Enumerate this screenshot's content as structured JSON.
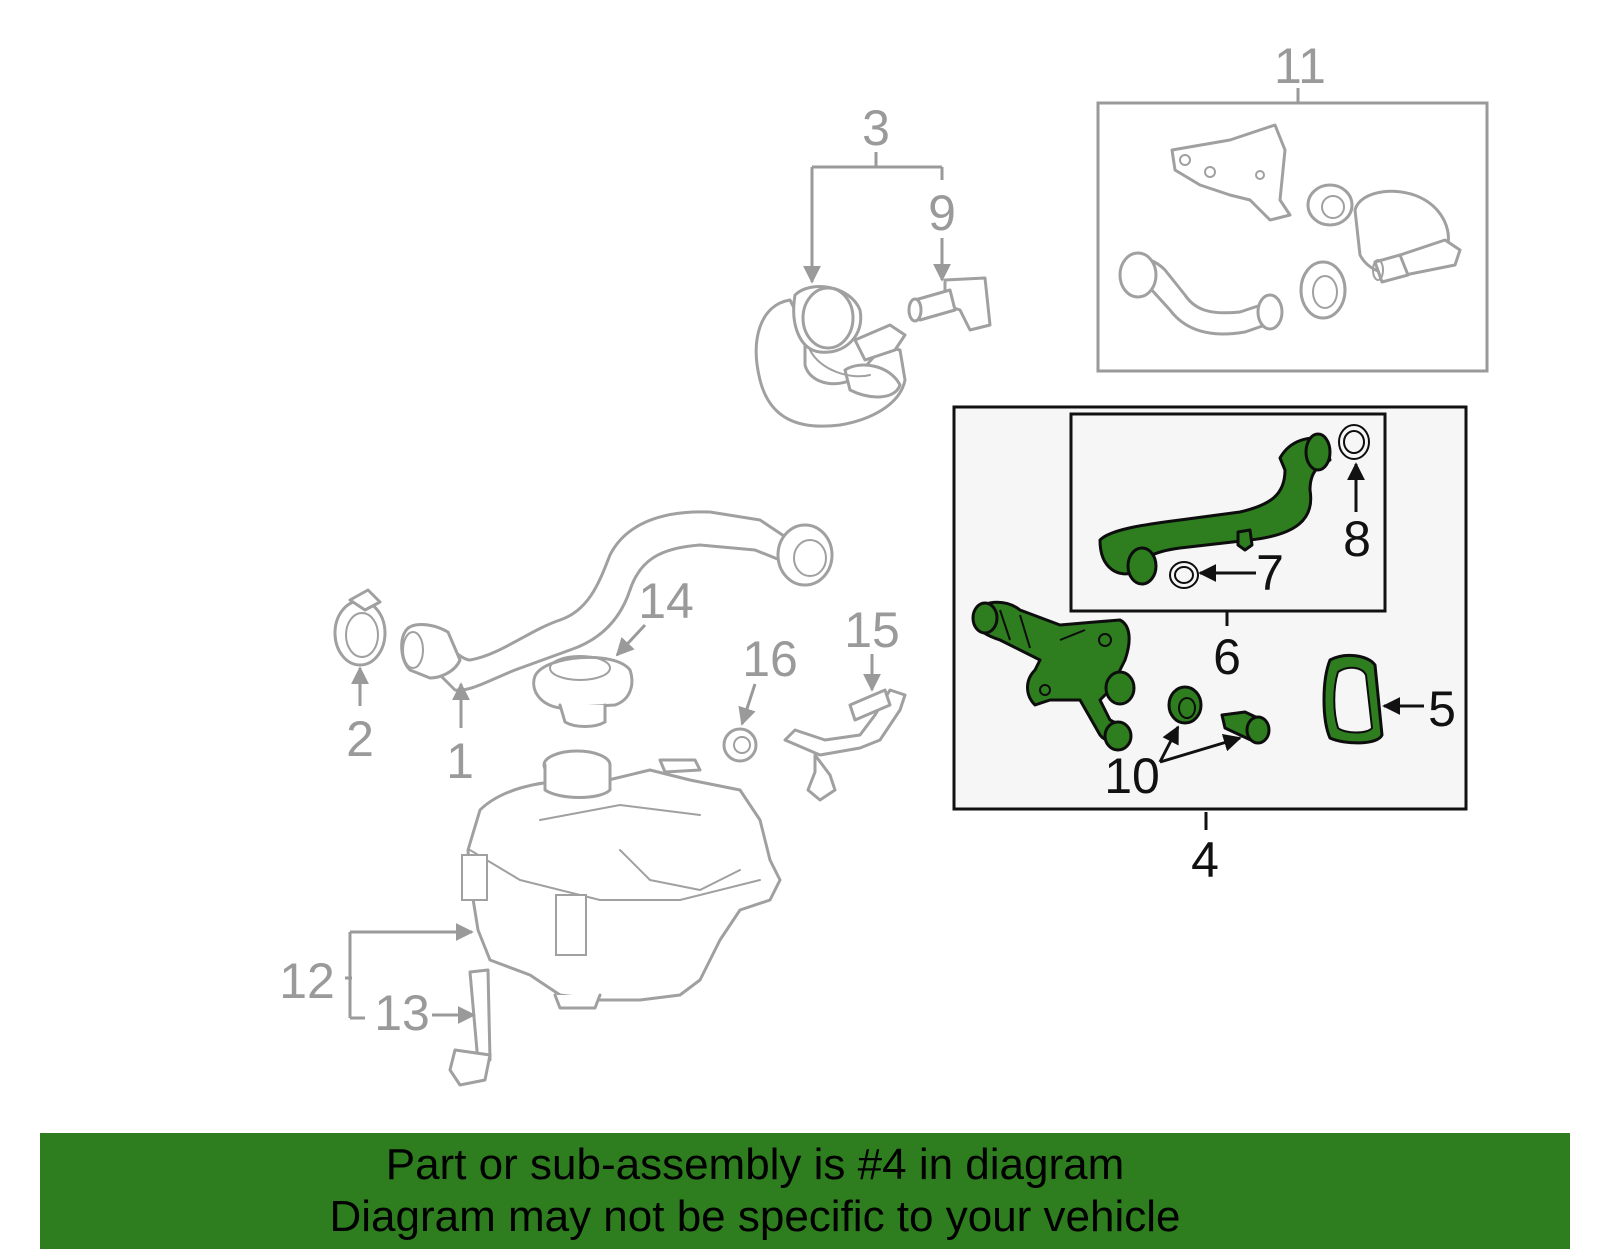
{
  "diagram": {
    "callouts": {
      "c1": "1",
      "c2": "2",
      "c3": "3",
      "c4": "4",
      "c5": "5",
      "c6": "6",
      "c7": "7",
      "c8": "8",
      "c9": "9",
      "c10": "10",
      "c11": "11",
      "c12": "12",
      "c13": "13",
      "c14": "14",
      "c15": "15",
      "c16": "16"
    },
    "highlighted_part": "4",
    "colors": {
      "highlight": "#2e7d1f",
      "inactive": "#9a9a9a",
      "active_outline": "#111111"
    }
  },
  "banner": {
    "line1": "Part or sub-assembly is #4 in diagram",
    "line2": "Diagram may not be specific to your vehicle"
  }
}
